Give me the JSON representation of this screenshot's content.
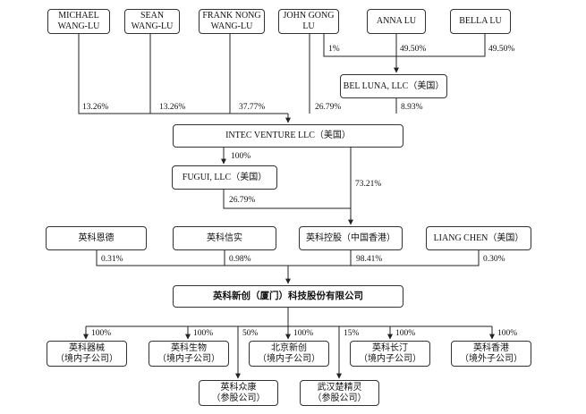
{
  "entities": {
    "michael": "MICHAEL\nWANG-LU",
    "sean": "SEAN\nWANG-LU",
    "frank": "FRANK NONG\nWANG-LU",
    "john": "JOHN GONG\nLU",
    "anna": "ANNA LU",
    "bella": "BELLA LU",
    "bel_luna": "BEL LUNA, LLC（美国）",
    "intec": "INTEC VENTURE LLC（美国）",
    "fugui": "FUGUI, LLC（美国）",
    "enside": "英科恩德",
    "xinshi": "英科信实",
    "hk_holding": "英科控股（中国香港）",
    "liang": "LIANG CHEN（美国）",
    "company": "英科新创（厦门）科技股份有限公司",
    "qixie": "英科器械\n（境内子公司）",
    "shengwu": "英科生物\n（境内子公司）",
    "beijing": "北京新创\n（境内子公司）",
    "changting": "英科长汀\n（境内子公司）",
    "hk_sub": "英科香港\n（境外子公司）",
    "zhongkang": "英科众康\n（参股公司）",
    "chujingling": "武汉楚精灵\n（参股公司）"
  },
  "stakes": {
    "michael_intec": "13.26%",
    "sean_intec": "13.26%",
    "frank_intec": "37.77%",
    "john_intec": "26.79%",
    "john_belluna": "1%",
    "anna_belluna": "49.50%",
    "bella_belluna": "49.50%",
    "belluna_intec": "8.93%",
    "intec_fugui": "100%",
    "fugui_hk": "26.79%",
    "intec_hk": "73.21%",
    "enside_company": "0.31%",
    "xinshi_company": "0.98%",
    "hk_company": "98.41%",
    "liang_company": "0.30%",
    "qixie": "100%",
    "shengwu": "100%",
    "zhongkang": "50%",
    "beijing": "100%",
    "chujingling": "15%",
    "changting": "100%",
    "hk_sub": "100%"
  }
}
